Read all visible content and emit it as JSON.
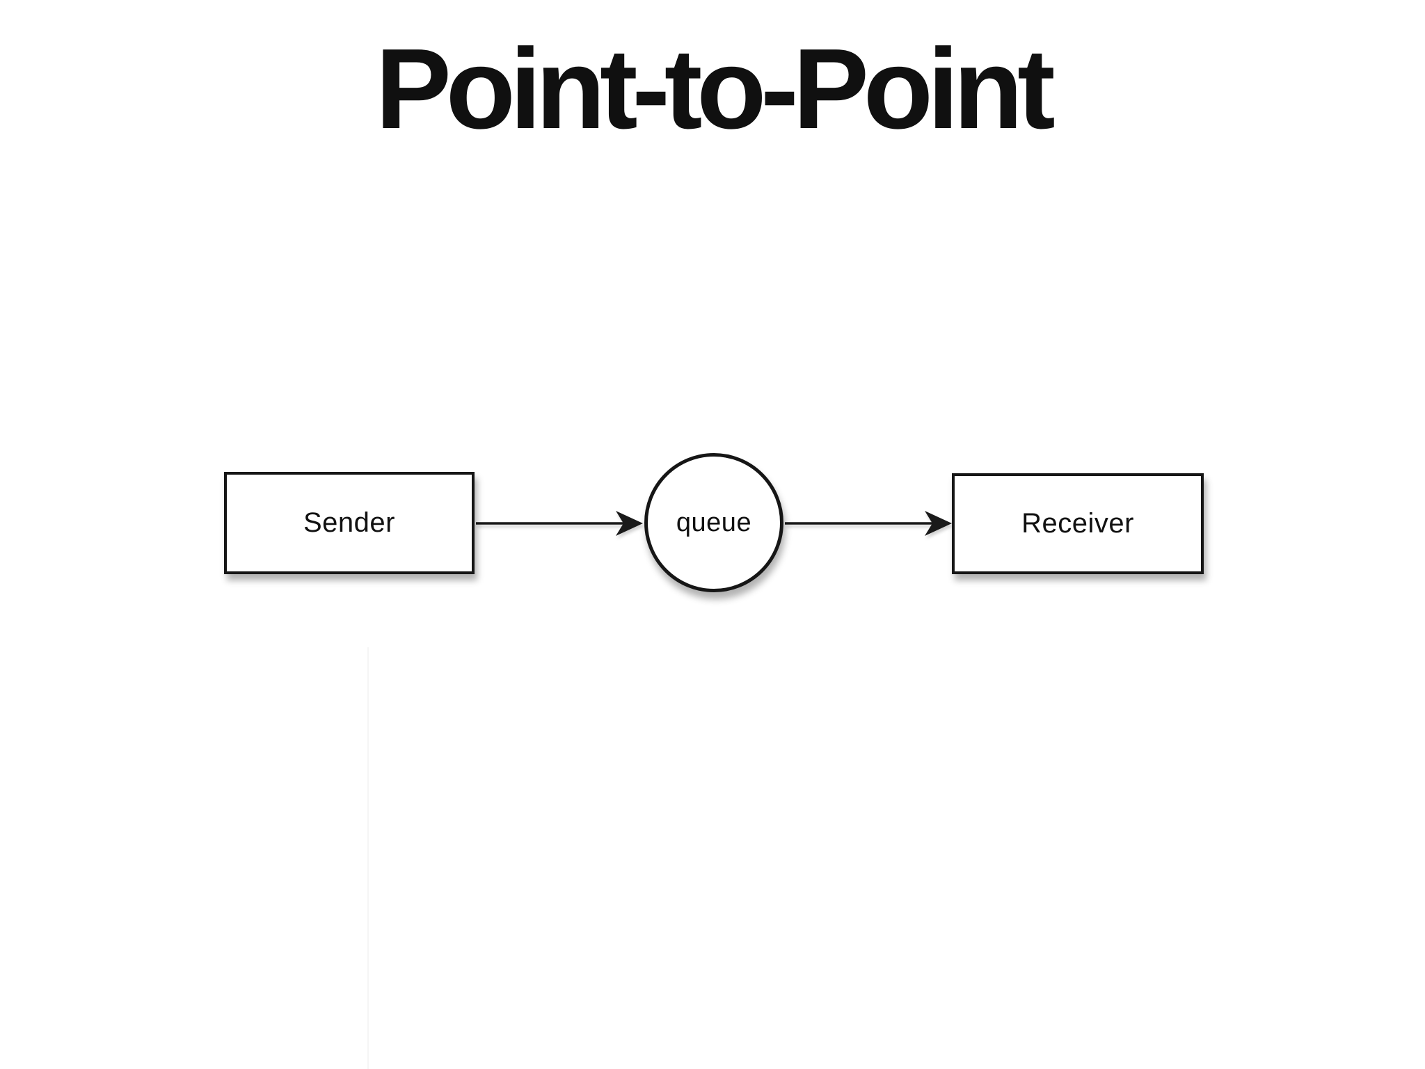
{
  "slide": {
    "title": "Point-to-Point",
    "background_color": "#ffffff",
    "title_color": "#101010"
  },
  "diagram": {
    "nodes": [
      {
        "id": "sender",
        "label": "Sender",
        "shape": "rectangle"
      },
      {
        "id": "queue",
        "label": "queue",
        "shape": "circle"
      },
      {
        "id": "receiver",
        "label": "Receiver",
        "shape": "rectangle"
      }
    ],
    "edges": [
      {
        "from": "sender",
        "to": "queue",
        "style": "solid-arrow"
      },
      {
        "from": "queue",
        "to": "receiver",
        "style": "solid-arrow"
      }
    ],
    "colors": {
      "node_fill": "#ffffff",
      "node_stroke": "#161616",
      "arrow": "#1a1a1a",
      "shadow": "rgba(0,0,0,0.30)"
    }
  }
}
